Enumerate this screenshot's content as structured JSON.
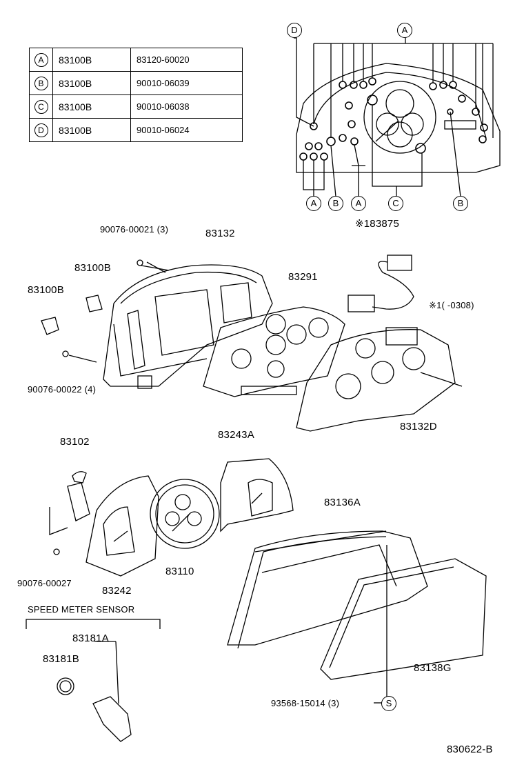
{
  "legend": [
    {
      "key": "A",
      "base": "83100B",
      "part": "83120-60020"
    },
    {
      "key": "B",
      "base": "83100B",
      "part": "90010-06039"
    },
    {
      "key": "C",
      "base": "83100B",
      "part": "90010-06038"
    },
    {
      "key": "D",
      "base": "83100B",
      "part": "90010-06024"
    }
  ],
  "callouts": {
    "top_d": "D",
    "top_a": "A",
    "bot_a1": "A",
    "bot_b1": "B",
    "bot_a2": "A",
    "bot_c": "C",
    "bot_b2": "B",
    "s_mark": "S"
  },
  "labels": {
    "p90076_00021": "90076-00021 (3)",
    "p83132": "83132",
    "p183875": "※183875",
    "p83100b_a": "83100B",
    "p83291": "83291",
    "p83100b_b": "83100B",
    "note1": "※1(         -0308)",
    "p90076_00022": "90076-00022 (4)",
    "p83132d": "83132D",
    "p83102": "83102",
    "p83243a": "83243A",
    "p83136a": "83136A",
    "p90076_00027": "90076-00027",
    "p83242": "83242",
    "p83110": "83110",
    "speed_sensor": "SPEED METER SENSOR",
    "p83181a": "83181A",
    "p83181b": "83181B",
    "p83138g": "83138G",
    "p93568": "93568-15014 (3)",
    "diagram_code": "830622-B"
  }
}
